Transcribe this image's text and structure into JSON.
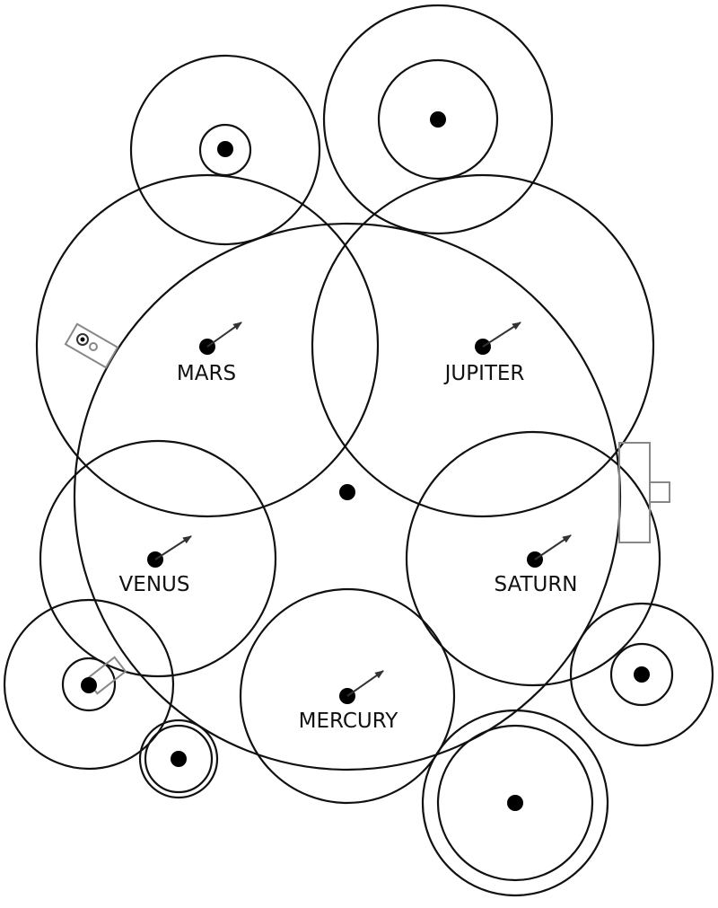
{
  "diagram": {
    "colors": {
      "stroke": "#111111",
      "fill": "#000000",
      "bracket": "#888888"
    },
    "labels": {
      "mars": "MARS",
      "jupiter": "JUPITER",
      "venus": "VENUS",
      "saturn": "SATURN",
      "mercury": "MERCURY"
    }
  }
}
